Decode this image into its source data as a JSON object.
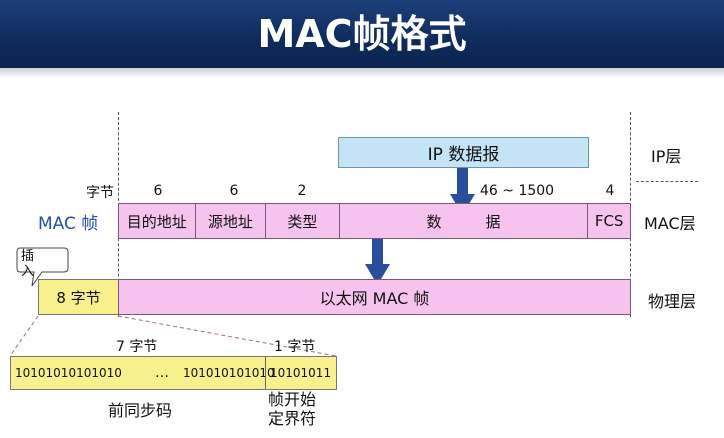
{
  "title": "MAC帧格式",
  "layers": {
    "ip": "IP层",
    "mac": "MAC层",
    "physical": "物理层"
  },
  "ip_datagram": "IP 数据报",
  "mac_frame_label": "MAC 帧",
  "byte_unit_label": "字节",
  "field_sizes": {
    "dest": "6",
    "src": "6",
    "type": "2",
    "data": "46 ~ 1500",
    "fcs": "4"
  },
  "fields": {
    "dest": "目的地址",
    "src": "源地址",
    "type": "类型",
    "data_1": "数",
    "data_2": "据",
    "fcs": "FCS"
  },
  "insert_callout": "插入",
  "preamble_box": "8 字节",
  "physical_frame": "以太网 MAC 帧",
  "preamble_bytes": "7 字节",
  "sfd_bytes": "1 字节",
  "bits_left": "10101010101010",
  "ellipsis": "…",
  "bits_mid": "101010101010",
  "bits_sfd": "10101011",
  "preamble_name": "前同步码",
  "sfd_name_1": "帧开始",
  "sfd_name_2": "定界符",
  "colors": {
    "title_bg": "#0f2b5c",
    "ip_box": "#c4e4f6",
    "frame_pink": "#f6c3ef",
    "preamble_yellow": "#f8f08c",
    "arrow_blue": "#2a4f9a"
  }
}
